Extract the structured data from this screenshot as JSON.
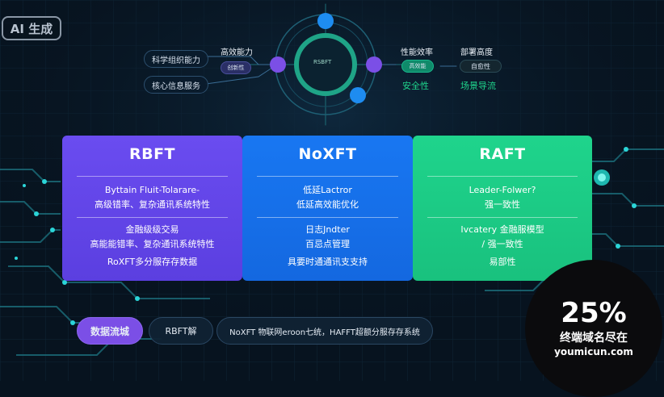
{
  "badge": {
    "text": "AI 生成"
  },
  "diagram": {
    "center_label": "RSBFT",
    "left": {
      "pill_1": "科学组织能力",
      "pill_2": "核心信息服务",
      "title": "高效能力",
      "chip": "创新性"
    },
    "right": {
      "title_1": "性能效率",
      "title_2": "部署高度",
      "chip_green": "高效能",
      "chip_dark": "自愈性",
      "title_3": "安全性",
      "title_4": "场景导流"
    }
  },
  "cards": [
    {
      "id": "rbft",
      "title": "RBFT",
      "line_1": "Byttain Fluit-Tolarare-",
      "line_2": "高级错率、复杂通讯系统特性",
      "line_3": "金融级级交易",
      "line_4": "高能能错率、复杂通讯系统特性",
      "line_5": "RoXFT多分服存存数据"
    },
    {
      "id": "noxft",
      "title": "NoXFT",
      "line_1": "低延Lactror",
      "line_2": "低延高效能优化",
      "line_3": "日志Jndter",
      "line_4": "百忌点管理",
      "line_5": "具要时通通讯支支持"
    },
    {
      "id": "raft",
      "title": "RAFT",
      "line_1": "Leader-Folwer?",
      "line_2": "强一致性",
      "line_3": "Ivcatery 金融服模型",
      "line_4": "/ 强一致性",
      "line_5": "易部性"
    }
  ],
  "bottom": {
    "pill_main": "数据流城",
    "pill_2": "RBFT解",
    "pill_3": "NoXFT 物联网eroon七统，HAFFT超额分服存存系统"
  },
  "promo": {
    "percent": "25%",
    "line_1": "终端域名尽在",
    "line_2": "youmicun.com"
  },
  "colors": {
    "background": "#07131f",
    "rbft": "#6a4cf0",
    "noxft": "#1877f2",
    "raft": "#1fd48c",
    "accent_purple": "#7b4fe6",
    "accent_blue": "#1e8cf0",
    "accent_teal": "#1fb88a"
  }
}
